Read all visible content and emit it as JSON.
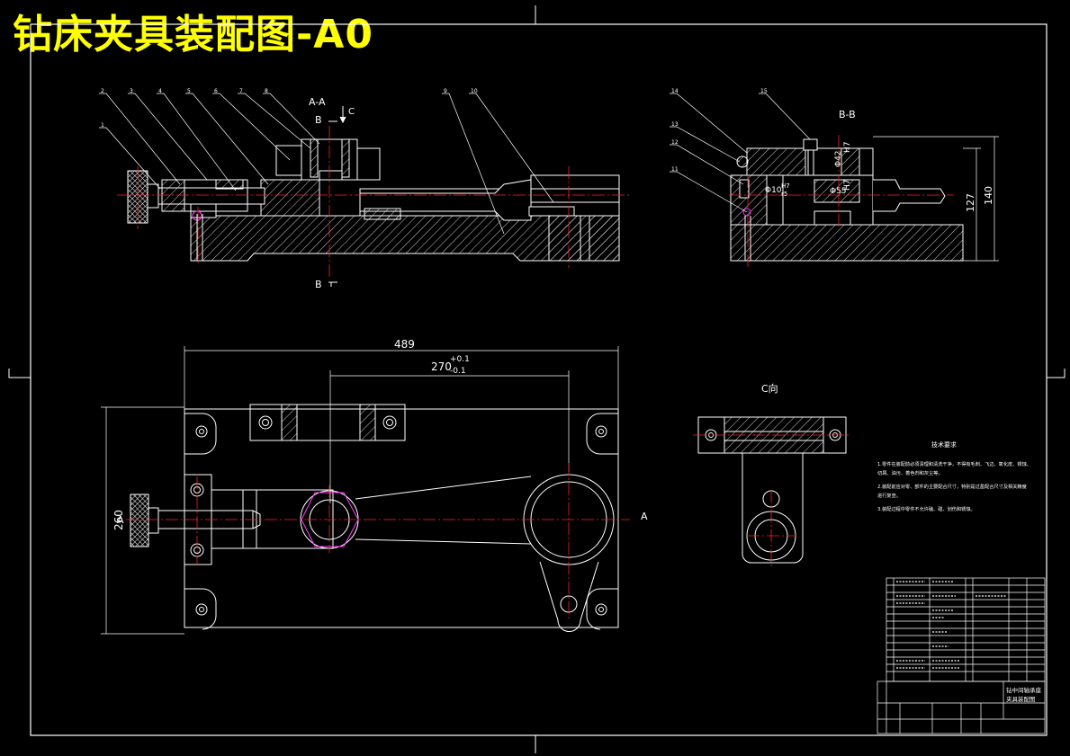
{
  "drawing": {
    "title": "钻床夹具装配图-A0",
    "views": {
      "section_aa": "A-A",
      "section_bb": "B-B",
      "view_c": "C向",
      "cut_b_top": "B",
      "cut_b_bottom": "B",
      "cut_c": "C",
      "cut_a_left": "A",
      "cut_a_right": "A"
    },
    "dimensions": {
      "overall_length": "489",
      "hole_spacing": "270",
      "tol_upper": "+0.1",
      "tol_lower": "-0.1",
      "overall_width": "260",
      "height_127": "127",
      "height_140": "140",
      "fit_d42": "Φ42",
      "fit_d10": "Φ10",
      "fit_d55": "Φ55",
      "fit_h7": "H7",
      "fit_r5": "r5"
    },
    "balloons_left": [
      "1",
      "2",
      "3",
      "4",
      "5",
      "6",
      "7",
      "8"
    ],
    "balloons_mid": [
      "9",
      "10"
    ],
    "balloons_bb": [
      "14",
      "13",
      "12",
      "11",
      "15"
    ],
    "notes": {
      "heading": "技术要求",
      "lines": [
        "1.零件在装配前必须清理和清洗干净，不得有毛刺、飞边、氧化皮、锈蚀、",
        "  切屑、油污、着色剂和灰尘等。",
        "2.装配前应对零、部件的主要配合尺寸，特别是过盈配合尺寸及相关精度",
        "  进行复查。",
        "3.装配过程中零件不允许磕、碰、划伤和锈蚀。"
      ]
    },
    "title_block": {
      "drawing_name_1": "钻中间轴承座",
      "drawing_name_2": "夹具装配图"
    }
  },
  "colors": {
    "background": "#000000",
    "outline": "#ffffff",
    "centerline": "#ff2020",
    "hatch": "#ffffff",
    "dimension": "#ffffff",
    "title": "#ffff00",
    "accent": "#ff40ff"
  }
}
